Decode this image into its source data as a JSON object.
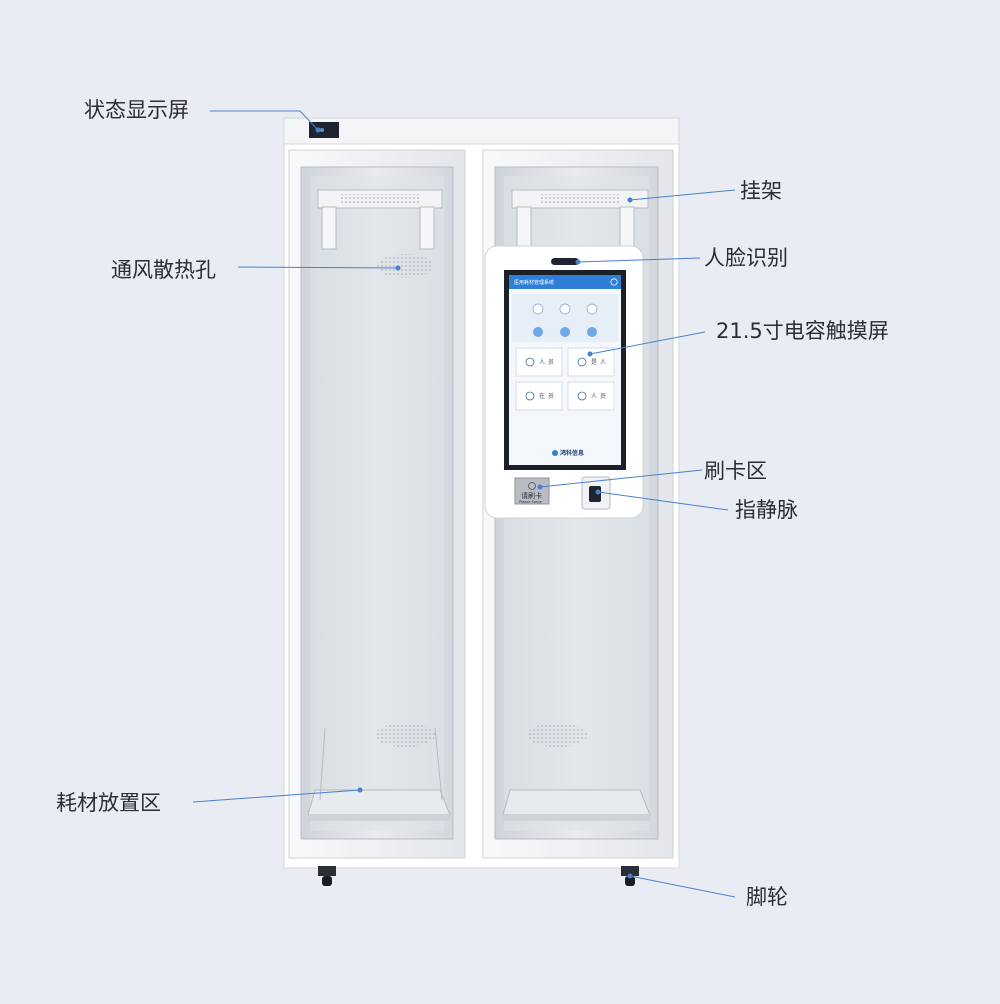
{
  "callouts": [
    {
      "id": "status-display",
      "label": "状态显示屏"
    },
    {
      "id": "rack",
      "label": "挂架"
    },
    {
      "id": "vent-holes",
      "label": "通风散热孔"
    },
    {
      "id": "face-recognition",
      "label": "人脸识别"
    },
    {
      "id": "touchscreen",
      "label": "21.5寸电容触摸屏"
    },
    {
      "id": "card-area",
      "label": "刷卡区"
    },
    {
      "id": "finger-vein",
      "label": "指静脉"
    },
    {
      "id": "consumables-area",
      "label": "耗材放置区"
    },
    {
      "id": "casters",
      "label": "脚轮"
    }
  ],
  "screen_ui": {
    "header_title": "医用耗材管理系统",
    "brand": "鸿科信息",
    "cards": [
      "人",
      "员",
      "是",
      "人",
      "在",
      "员",
      "人",
      "员"
    ]
  },
  "card_reader": {
    "label": "请刷卡",
    "sublabel": "Please Swipe"
  },
  "colors": {
    "background": "#e9edf3",
    "leader_line": "#4a7fd0",
    "screen_header": "#2f7fd8",
    "cabinet": "#ffffff"
  }
}
